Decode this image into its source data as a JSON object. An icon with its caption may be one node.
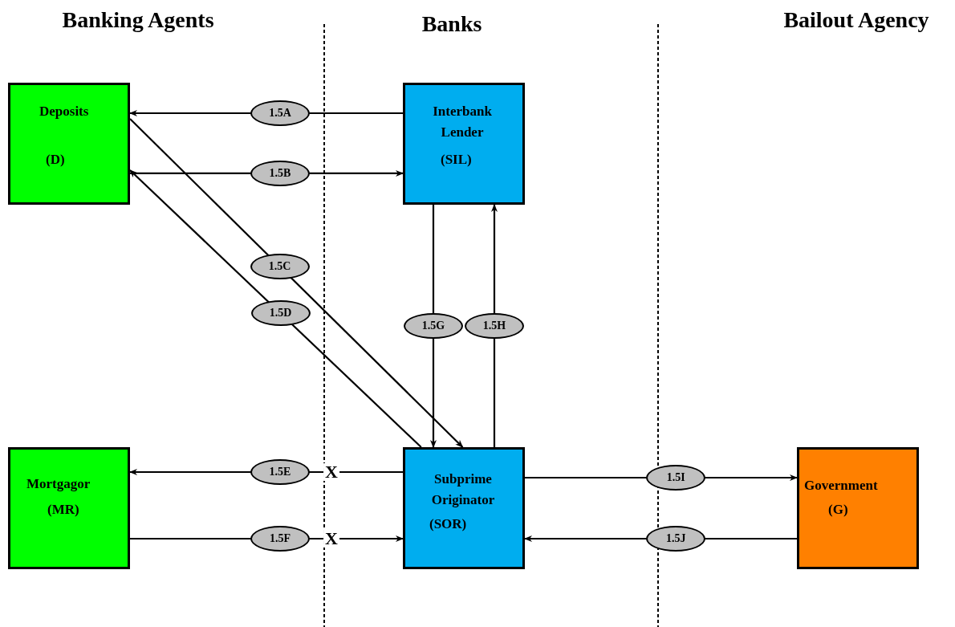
{
  "diagram": {
    "nodes": [
      {
        "text": [
          "Deposits",
          "(D)"
        ]
      },
      {
        "text": [
          "Interbank Lender",
          "(SIL)"
        ]
      },
      {
        "text": [
          "Mortgagor",
          "(MR)"
        ]
      },
      {
        "text": [
          "Subprime Originator",
          "(SOR)"
        ]
      },
      {
        "text": [
          "Government",
          "(G)"
        ]
      }
    ],
    "edges": [
      {
        "from": 1,
        "to": 0,
        "arrow": "to",
        "label": "1.5A"
      },
      {
        "from": 0,
        "to": 1,
        "arrow": "to",
        "label": "1.5B"
      },
      {
        "from": 0,
        "to": 3,
        "arrow": "to",
        "label": "1.5C"
      },
      {
        "from": 3,
        "to": 0,
        "arrow": "to",
        "label": "1.5D"
      },
      {
        "from": 1,
        "to": 3,
        "arrow": "to",
        "label": "1.5G"
      },
      {
        "from": 3,
        "to": 1,
        "arrow": "to",
        "label": "1.5H"
      },
      {
        "from": 3,
        "to": 2,
        "arrow": "to",
        "label": "1.5E"
      },
      {
        "from": 2,
        "to": 3,
        "arrow": "to",
        "label": "1.5F"
      },
      {
        "from": 3,
        "to": 4,
        "arrow": "to",
        "label": "1.5I"
      },
      {
        "from": 4,
        "to": 3,
        "arrow": "to",
        "label": "1.5J"
      }
    ],
    "labels": [
      "Banking Agents",
      "Banks",
      "Bailout Agency",
      "X",
      "X"
    ]
  }
}
